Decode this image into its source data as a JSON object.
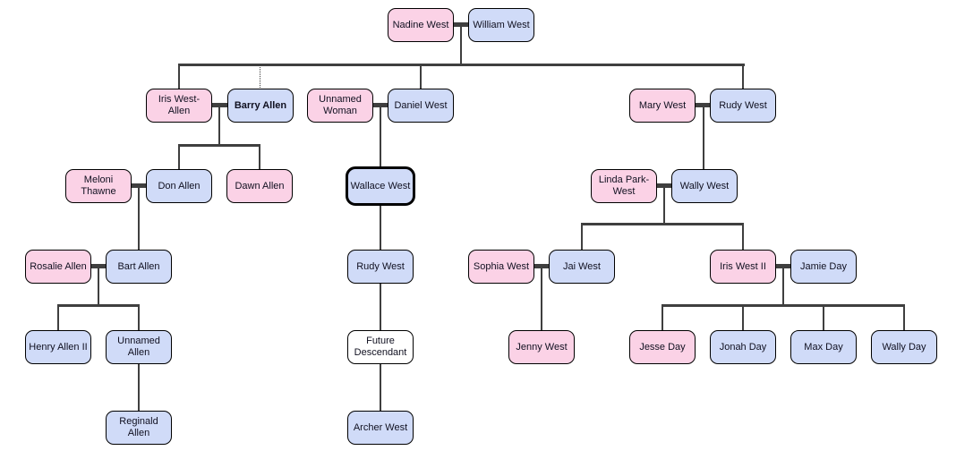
{
  "diagram": {
    "type": "family-tree",
    "subject": "West family tree",
    "colors": {
      "female": "#fbd2e6",
      "male": "#d0dbf8",
      "neutral": "#ffffff",
      "line": "#3f3f3f",
      "node_border": "#000000",
      "text": "#101020",
      "background": "#ffffff"
    },
    "nodes": [
      {
        "id": "nadine-west",
        "label": "Nadine West",
        "type": "female"
      },
      {
        "id": "william-west",
        "label": "William West",
        "type": "male"
      },
      {
        "id": "iris-west-allen",
        "label": "Iris West-Allen",
        "type": "female"
      },
      {
        "id": "barry-allen",
        "label": "Barry Allen",
        "type": "male",
        "bold": true
      },
      {
        "id": "unnamed-woman",
        "label": "Unnamed Woman",
        "type": "female"
      },
      {
        "id": "daniel-west",
        "label": "Daniel West",
        "type": "male"
      },
      {
        "id": "mary-west",
        "label": "Mary West",
        "type": "female"
      },
      {
        "id": "rudy-west",
        "label": "Rudy West",
        "type": "male"
      },
      {
        "id": "meloni-thawne",
        "label": "Meloni Thawne",
        "type": "female"
      },
      {
        "id": "don-allen",
        "label": "Don Allen",
        "type": "male"
      },
      {
        "id": "dawn-allen",
        "label": "Dawn Allen",
        "type": "female"
      },
      {
        "id": "wallace-west",
        "label": "Wallace West",
        "type": "male",
        "highlight": true
      },
      {
        "id": "linda-park-west",
        "label": "Linda Park-West",
        "type": "female"
      },
      {
        "id": "wally-west",
        "label": "Wally West",
        "type": "male"
      },
      {
        "id": "rosalie-allen",
        "label": "Rosalie Allen",
        "type": "female"
      },
      {
        "id": "bart-allen",
        "label": "Bart Allen",
        "type": "male"
      },
      {
        "id": "rudy-west-ii",
        "label": "Rudy West",
        "type": "male"
      },
      {
        "id": "sophia-west",
        "label": "Sophia West",
        "type": "female"
      },
      {
        "id": "jai-west",
        "label": "Jai West",
        "type": "male"
      },
      {
        "id": "iris-west-2",
        "label": "Iris West II",
        "type": "female"
      },
      {
        "id": "jamie-day",
        "label": "Jamie Day",
        "type": "male"
      },
      {
        "id": "henry-allen-ii",
        "label": "Henry Allen II",
        "type": "male"
      },
      {
        "id": "unnamed-allen",
        "label": "Unnamed Allen",
        "type": "male"
      },
      {
        "id": "future-descendant",
        "label": "Future Descendant",
        "type": "neutral"
      },
      {
        "id": "jenny-west",
        "label": "Jenny West",
        "type": "female"
      },
      {
        "id": "jesse-day",
        "label": "Jesse Day",
        "type": "female"
      },
      {
        "id": "jonah-day",
        "label": "Jonah Day",
        "type": "male"
      },
      {
        "id": "max-day",
        "label": "Max Day",
        "type": "male"
      },
      {
        "id": "wally-day",
        "label": "Wally Day",
        "type": "male"
      },
      {
        "id": "reginald-allen",
        "label": "Reginald Allen",
        "type": "male"
      },
      {
        "id": "archer-west",
        "label": "Archer West",
        "type": "male"
      }
    ],
    "relationships": {
      "couples": [
        [
          "Nadine West",
          "William West"
        ],
        [
          "Iris West-Allen",
          "Barry Allen"
        ],
        [
          "Unnamed Woman",
          "Daniel West"
        ],
        [
          "Mary West",
          "Rudy West"
        ],
        [
          "Meloni Thawne",
          "Don Allen"
        ],
        [
          "Linda Park-West",
          "Wally West"
        ],
        [
          "Rosalie Allen",
          "Bart Allen"
        ],
        [
          "Sophia West",
          "Jai West"
        ],
        [
          "Iris West II",
          "Jamie Day"
        ]
      ],
      "parent_child": [
        {
          "parents": "Nadine West + William West",
          "children": [
            "Iris West-Allen",
            "Daniel West",
            "Rudy West"
          ]
        },
        {
          "parents": "Iris West-Allen + Barry Allen",
          "children": [
            "Don Allen",
            "Dawn Allen"
          ]
        },
        {
          "parents": "Meloni Thawne + Don Allen",
          "children": [
            "Bart Allen"
          ]
        },
        {
          "parents": "Rosalie Allen + Bart Allen",
          "children": [
            "Henry Allen II",
            "Unnamed Allen"
          ]
        },
        {
          "parents": "Unnamed Allen",
          "children": [
            "Reginald Allen"
          ]
        },
        {
          "parents": "Unnamed Woman + Daniel West",
          "children": [
            "Wallace West"
          ]
        },
        {
          "parents": "Wallace West",
          "children": [
            "Rudy West"
          ]
        },
        {
          "parents": "Rudy West",
          "children": [
            "Future Descendant"
          ]
        },
        {
          "parents": "Future Descendant",
          "children": [
            "Archer West"
          ]
        },
        {
          "parents": "Mary West + Rudy West",
          "children": [
            "Wally West"
          ]
        },
        {
          "parents": "Linda Park-West + Wally West",
          "children": [
            "Jai West",
            "Iris West II"
          ]
        },
        {
          "parents": "Sophia West + Jai West",
          "children": [
            "Jenny West"
          ]
        },
        {
          "parents": "Iris West II + Jamie Day",
          "children": [
            "Jesse Day",
            "Jonah Day",
            "Max Day",
            "Wally Day"
          ]
        }
      ]
    }
  }
}
